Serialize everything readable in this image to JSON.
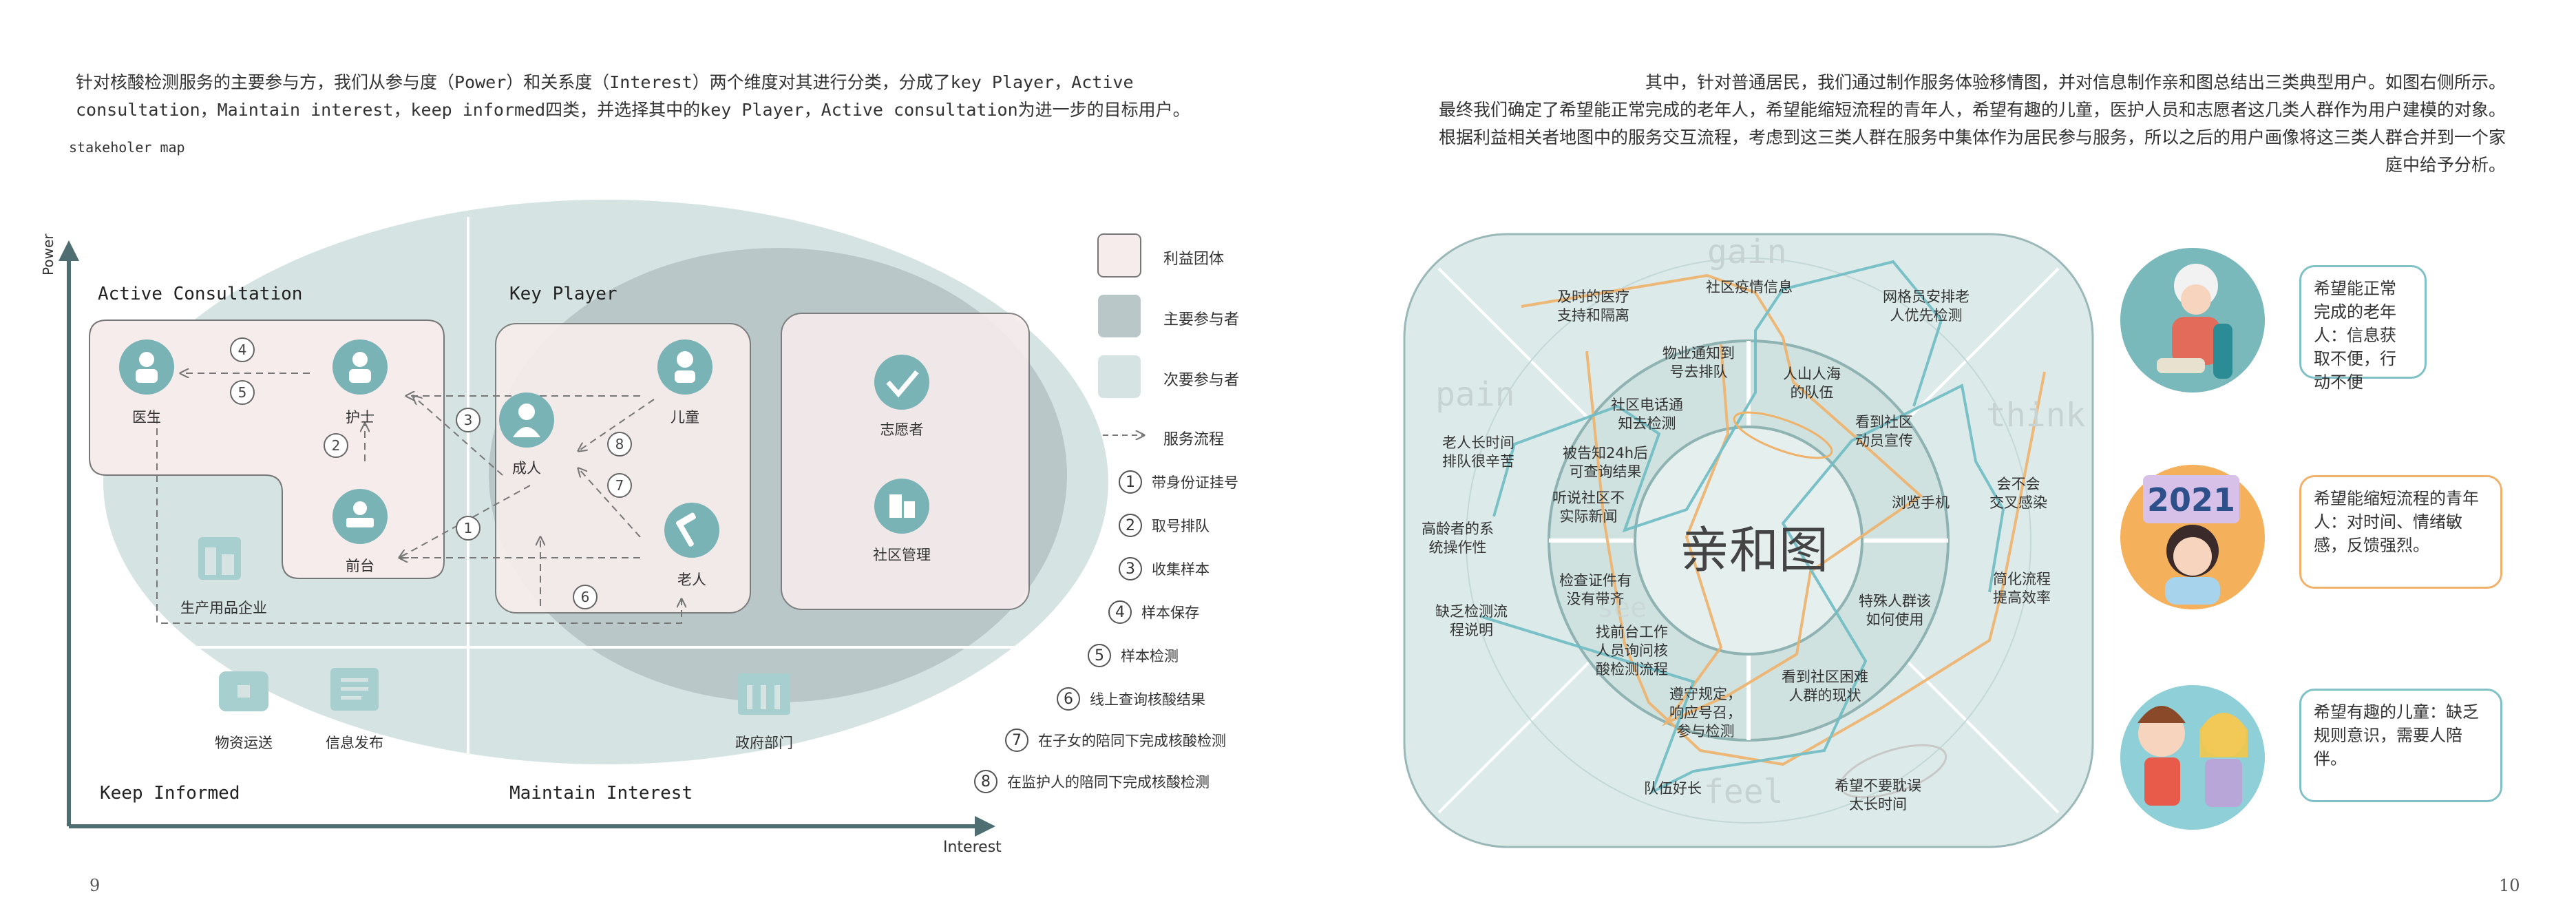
{
  "left_page": {
    "intro_line1": "针对核酸检测服务的主要参与方，我们从参与度（Power）和关系度（Interest）两个维度对其进行分类，分成了key Player，Active",
    "intro_line2": "consultation，Maintain interest，keep informed四类，并选择其中的key Player，Active consultation为进一步的目标用户。",
    "map_label": "stakeholer map",
    "axis_y": "Power",
    "axis_x": "Interest",
    "quadrants": {
      "active_consultation": "Active Consultation",
      "key_player": "Key Player",
      "keep_informed": "Keep Informed",
      "maintain_interest": "Maintain Interest"
    },
    "nodes": {
      "doctor": "医生",
      "nurse": "护士",
      "reception": "前台",
      "adult": "成人",
      "child": "儿童",
      "elderly": "老人",
      "volunteer": "志愿者",
      "community": "社区管理",
      "supplier": "生产用品企业",
      "transport": "物资运送",
      "info": "信息发布",
      "gov": "政府部门"
    },
    "legend": {
      "interest_group": "利益团体",
      "main_participant": "主要参与者",
      "secondary_participant": "次要参与者",
      "service_flow": "服务流程"
    },
    "steps": [
      {
        "num": "1",
        "label": "带身份证挂号"
      },
      {
        "num": "2",
        "label": "取号排队"
      },
      {
        "num": "3",
        "label": "收集样本"
      },
      {
        "num": "4",
        "label": "样本保存"
      },
      {
        "num": "5",
        "label": "样本检测"
      },
      {
        "num": "6",
        "label": "线上查询核酸结果"
      },
      {
        "num": "7",
        "label": "在子女的陪同下完成核酸检测"
      },
      {
        "num": "8",
        "label": "在监护人的陪同下完成核酸检测"
      }
    ],
    "page_number": "9"
  },
  "right_page": {
    "text_line1": "其中，针对普通居民，我们通过制作服务体验移情图，并对信息制作亲和图总结出三类典型用户。如图右侧所示。",
    "text_line2": "最终我们确定了希望能正常完成的老年人，希望能缩短流程的青年人，希望有趣的儿童，医护人员和志愿者这几类人群作为用户建模的对象。",
    "text_line3": "根据利益相关者地图中的服务交互流程，考虑到这三类人群在服务中集体作为居民参与服务，所以之后的用户画像将这三类人群合并到一个家",
    "text_line4": "庭中给予分析。",
    "center_title": "亲和图",
    "dimensions": {
      "gain": "gain",
      "pain": "pain",
      "think": "think",
      "feel": "feel",
      "see": "see"
    },
    "affinity_items": {
      "a1": "及时的医疗\n支持和隔离",
      "a2": "社区疫情信息",
      "a3": "网格员安排老\n人优先检测",
      "a4": "物业通知到\n号去排队",
      "a5": "人山人海\n的队伍",
      "a6": "社区电话通\n知去检测",
      "a7": "看到社区\n动员宣传",
      "a8": "老人长时间\n排队很辛苦",
      "a9": "被告知24h后\n可查询结果",
      "a10": "会不会\n交叉感染",
      "a11": "听说社区不\n实际新闻",
      "a12": "浏览手机",
      "a13": "高龄者的系\n统操作性",
      "a14": "检查证件有\n没有带齐",
      "a15": "简化流程\n提高效率",
      "a16": "缺乏检测流\n程说明",
      "a17": "特殊人群该\n如何使用",
      "a18": "找前台工作\n人员询问核\n酸检测流程",
      "a19": "看到社区困难\n人群的现状",
      "a20": "遵守规定，\n响应号召，\n参与检测",
      "a21": "队伍好长",
      "a22": "希望不要耽误\n太长时间"
    },
    "personas": {
      "elderly": "希望能正常完成的老年人：信息获取不便，行动不便",
      "youth": "希望能缩短流程的青年人：对时间、情绪敏感，反馈强烈。",
      "child": "希望有趣的儿童：缺乏规则意识，需要人陪伴。"
    },
    "badge_2021": "2021",
    "page_number": "10"
  },
  "colors": {
    "interest_group": "#f7ecec",
    "main_participant": "#b9c7c9",
    "secondary_participant": "#d5e4e3",
    "teal_icon": "#79b3b5",
    "axis": "#5a7a7d",
    "affinity_outer": "#dcebea",
    "orange_line": "#efb26b",
    "teal_line": "#6fbcc4"
  }
}
